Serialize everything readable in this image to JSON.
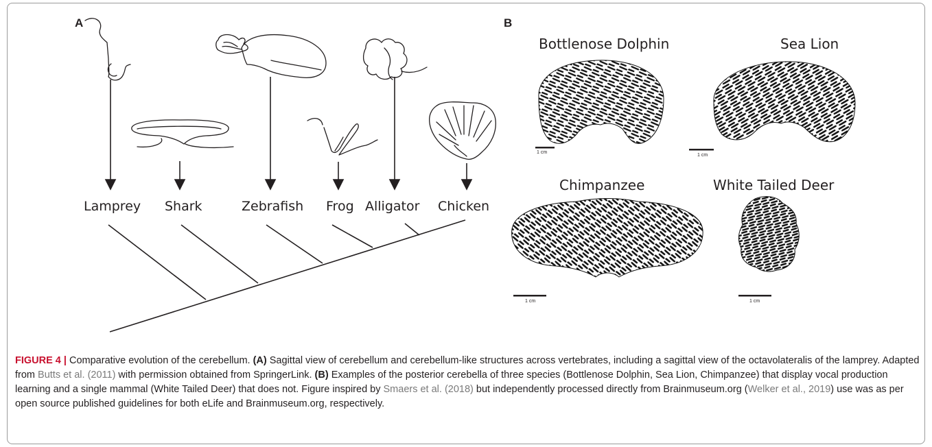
{
  "figure": {
    "panel_a_label": "A",
    "panel_b_label": "B",
    "species": [
      "Lamprey",
      "Shark",
      "Zebrafish",
      "Frog",
      "Alligator",
      "Chicken"
    ],
    "sections": [
      {
        "title": "Bottlenose Dolphin",
        "scale_label": "1 cm"
      },
      {
        "title": "Sea Lion",
        "scale_label": "1 cm"
      },
      {
        "title": "Chimpanzee",
        "scale_label": "1 cm"
      },
      {
        "title": "White Tailed Deer",
        "scale_label": "1 cm"
      }
    ]
  },
  "caption": {
    "label": "FIGURE 4 |",
    "intro": " Comparative evolution of the cerebellum. ",
    "a_tag": "(A)",
    "a_text": " Sagittal view of cerebellum and cerebellum-like structures across vertebrates, including a sagittal view of the octavolateralis of the lamprey. Adapted from ",
    "ref1": "Butts et al. (2011)",
    "a_text2": " with permission obtained from SpringerLink. ",
    "b_tag": "(B)",
    "b_text": " Examples of the posterior cerebella of three species (Bottlenose Dolphin, Sea Lion, Chimpanzee) that display vocal production learning and a single mammal (White Tailed Deer) that does not. Figure inspired by ",
    "ref2": "Smaers et al. (2018)",
    "b_text2": " but independently processed directly from Brainmuseum.org (",
    "ref3": "Welker et al., 2019",
    "b_text3": ") use was as per open source published guidelines for both eLife and Brainmuseum.org, respectively."
  },
  "colors": {
    "ink": "#231f20",
    "figure_label": "#c8102e",
    "reference_link": "#7a7a7a",
    "frame": "#9a9a9a"
  }
}
